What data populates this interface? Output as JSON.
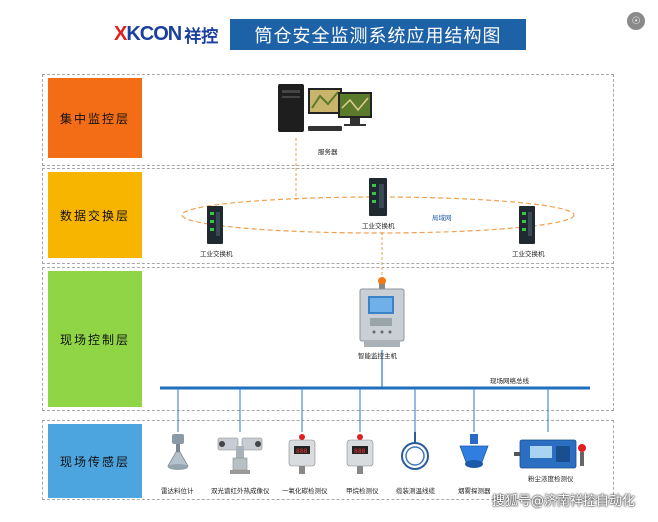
{
  "header": {
    "logo_text": "KCON",
    "logo_cn": "祥控",
    "title": "筒仓安全监测系统应用结构图"
  },
  "layers": [
    {
      "label": "集中监控层",
      "color": "#f26d15"
    },
    {
      "label": "数据交换层",
      "color": "#f7b500"
    },
    {
      "label": "现场控制层",
      "color": "#8fd545"
    },
    {
      "label": "现场传感层",
      "color": "#4da5e0"
    }
  ],
  "server": {
    "label": "服务器"
  },
  "network": {
    "lan_label": "局域网",
    "switches": [
      {
        "label": "工业交换机"
      },
      {
        "label": "工业交换机"
      },
      {
        "label": "工业交换机"
      }
    ]
  },
  "controller": {
    "label": "智能监控主机"
  },
  "bus": {
    "label": "现场网络总线"
  },
  "sensors": [
    {
      "label": "雷达料位计"
    },
    {
      "label": "双光谱红外热成像仪"
    },
    {
      "label": "一氧化碳检测仪"
    },
    {
      "label": "甲烷检测仪"
    },
    {
      "label": "缆装测温线缆"
    },
    {
      "label": "烟雾探测器"
    },
    {
      "label": "粉尘浓度检测仪"
    }
  ],
  "watermark": "搜狐号@济南祥控自动化",
  "colors": {
    "title_bg": "#1d61a7",
    "bus": "#1f6fbf",
    "accent_red": "#e01e1e"
  }
}
